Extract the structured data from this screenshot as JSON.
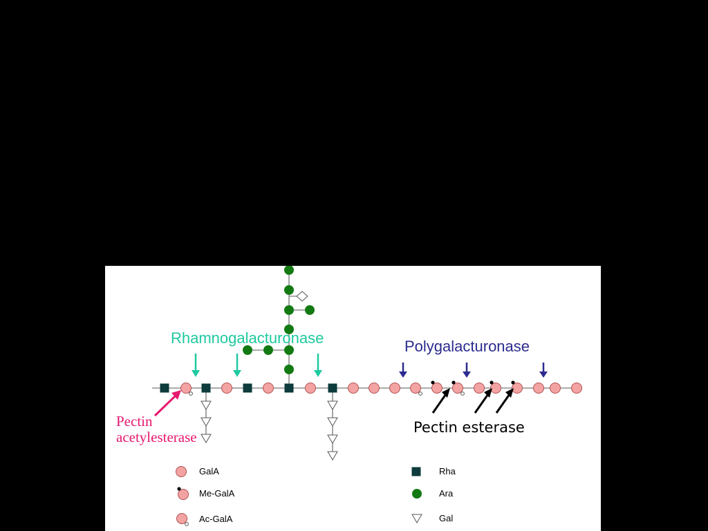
{
  "colors": {
    "background": "#000000",
    "panel": "#ffffff",
    "gala_fill": "#f4a3a3",
    "rha_fill": "#0e3b3b",
    "ara_fill": "#137a13",
    "rhamnogalacturonase": "#1fc9a0",
    "polygalacturonase": "#2b2b8f",
    "pectin_acetylesterase": "#e6186f",
    "pectin_esterase": "#000000"
  },
  "enzymes": {
    "rhamnogalacturonase": "Rhamnogalacturonase",
    "polygalacturonase": "Polygalacturonase",
    "pectin_esterase": "Pectin esterase",
    "pectin_acetylesterase_line1": "Pectin",
    "pectin_acetylesterase_line2": "acetylesterase"
  },
  "legend": {
    "gala": "GalA",
    "me_gala": "Me-GalA",
    "ac_gala": "Ac-GalA",
    "rha": "Rha",
    "ara": "Ara",
    "gal": "Gal"
  },
  "icons": {
    "gala": "pink-circle-icon",
    "me_gala": "pink-circle-with-dot-icon",
    "ac_gala": "pink-circle-with-ring-icon",
    "rha": "dark-square-icon",
    "ara": "green-circle-icon",
    "gal": "down-triangle-icon"
  }
}
